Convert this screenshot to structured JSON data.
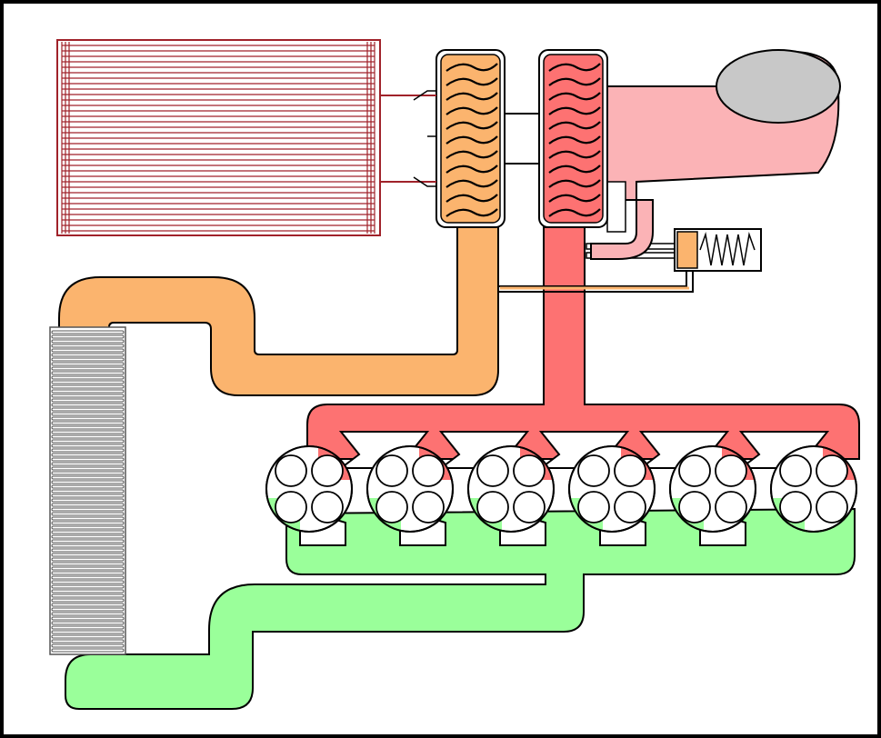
{
  "diagram": {
    "description_labels": [],
    "colors": {
      "frame": "#000000",
      "background": "#ffffff",
      "cold_charge": "#fbb46e",
      "hot_exhaust": "#fd7272",
      "exhaust_housing": "#fbb3b6",
      "intake_manifold": "#9aff9a",
      "air_filter_lines": "#a0222a",
      "intercooler_lines": "#555555",
      "outlet_opening": "#c8c8c8"
    },
    "components": [
      {
        "id": "air-filter",
        "icon": "air-filter-icon"
      },
      {
        "id": "compressor",
        "icon": "compressor-wheel-icon"
      },
      {
        "id": "turbine",
        "icon": "turbine-wheel-icon"
      },
      {
        "id": "exhaust-outlet",
        "icon": "exhaust-outlet-icon"
      },
      {
        "id": "wastegate-actuator",
        "icon": "wastegate-spring-icon"
      },
      {
        "id": "intercooler",
        "icon": "intercooler-icon"
      },
      {
        "id": "exhaust-manifold",
        "icon": "exhaust-manifold-icon"
      },
      {
        "id": "intake-manifold",
        "icon": "intake-manifold-icon"
      },
      {
        "id": "cylinders",
        "icon": "cylinder-icon",
        "count": 6
      }
    ]
  }
}
